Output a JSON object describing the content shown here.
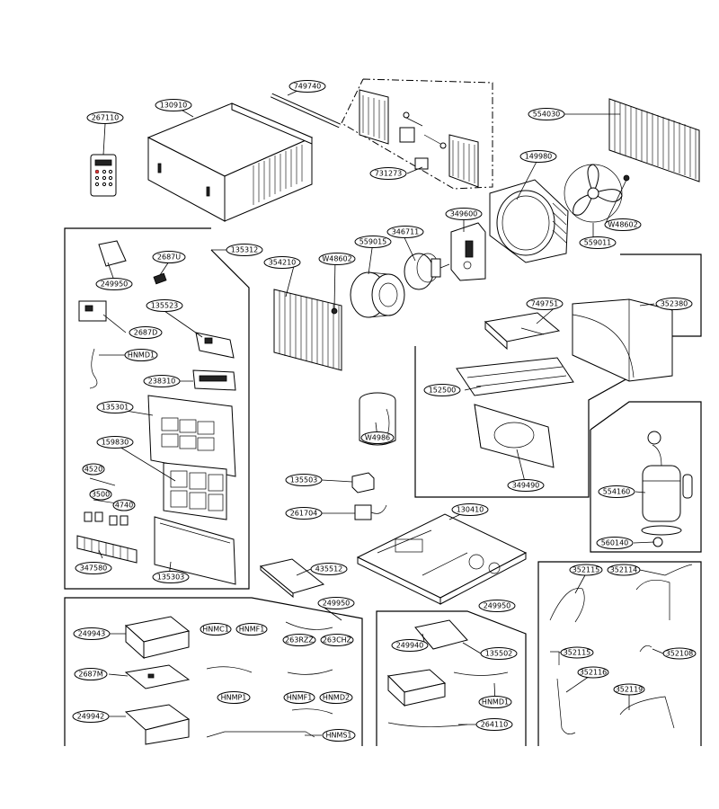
{
  "diagram": {
    "labels": {
      "l267110": "267110",
      "l130910": "130910",
      "l749740": "749740",
      "l731273": "731273",
      "l554030": "554030",
      "l149980": "149980",
      "l349600": "349600",
      "lW48602a": "W48602",
      "l559011": "559011",
      "l135312": "135312",
      "l2687U": "2687U",
      "l249950a": "249950",
      "l135523": "135523",
      "l2687D": "2687D",
      "lHNMD1a": "HNMD1",
      "l238310": "238310",
      "l135301": "135301",
      "l159830": "159830",
      "l4520": "4520",
      "l3500": "3500",
      "l4740": "4740",
      "l347580": "347580",
      "l135303": "135303",
      "l354210": "354210",
      "lW48602b": "W48602",
      "l559015": "559015",
      "l346711": "346711",
      "l749751": "749751",
      "l352380": "352380",
      "l152500": "152500",
      "l349490": "349490",
      "lW4986": "W4986",
      "l135503": "135503",
      "l261704": "261704",
      "l130410": "130410",
      "l554160": "554160",
      "l560140": "560140",
      "l435512": "435512",
      "l249950b": "249950",
      "l249943": "249943",
      "lHNMC1": "HNMC1",
      "lHNMF1a": "HNMF1",
      "l263RZZ": "263RZZ",
      "l263CHZ": "263CHZ",
      "l2687M": "2687M",
      "lHNMP1": "HNMP1",
      "lHNMF1b": "HNMF1",
      "lHNMD2": "HNMD2",
      "l249942": "249942",
      "lHNMS1": "HNMS1",
      "l249950c": "249950",
      "l249940": "249940",
      "l135502": "135502",
      "lHNMD1b": "HNMD1",
      "l264110": "264110",
      "l352115a": "352115",
      "l352114": "352114",
      "l352115b": "352115",
      "l352108": "352108",
      "l352116": "352116",
      "l352119": "352119"
    }
  }
}
